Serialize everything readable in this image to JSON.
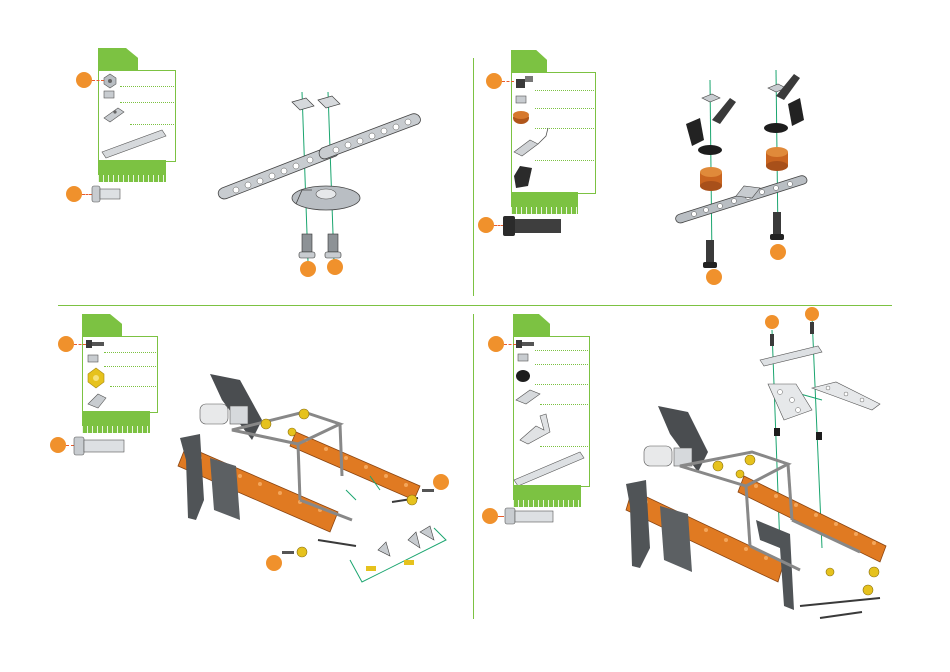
{
  "steps": [
    {
      "id": "step-top-left",
      "parts": [
        "m3-nut",
        "square-nut",
        "angle-bracket",
        "7-hole-strip"
      ],
      "hardware": [
        "short-bolt"
      ]
    },
    {
      "id": "step-top-right",
      "parts": [
        "lock-nut",
        "square-nut",
        "orange-spacer",
        "angle-bracket",
        "rubber-grip"
      ],
      "hardware": [
        "long-bolt"
      ]
    },
    {
      "id": "step-bottom-left",
      "parts": [
        "bolt",
        "square-nut",
        "yellow-nut",
        "angle-bracket"
      ],
      "hardware": [
        "long-bolt"
      ]
    },
    {
      "id": "step-bottom-right",
      "parts": [
        "bolt",
        "square-nut",
        "black-spacer",
        "angle-plate",
        "l-bracket",
        "long-strip"
      ],
      "hardware": [
        "short-bolt"
      ]
    }
  ],
  "colors": {
    "accent_green": "#7cc242",
    "callout_orange": "#f0912c",
    "metal": "#c8ccd0",
    "chassis_orange": "#e07a22",
    "dark": "#3a3a3a"
  }
}
